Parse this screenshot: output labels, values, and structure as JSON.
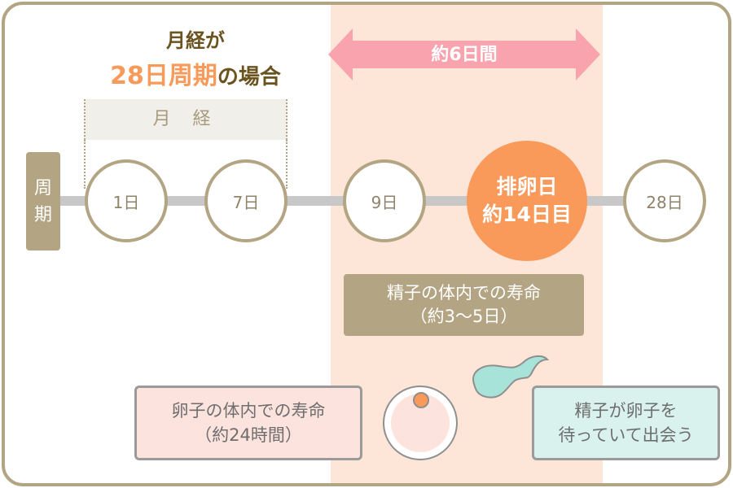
{
  "title": {
    "line1": "月経が",
    "highlight": "28日周期",
    "suffix": "の場合"
  },
  "menstruation_label": "月 経",
  "cycle_label": [
    "周",
    "期"
  ],
  "days": [
    "1日",
    "7日",
    "9日",
    "28日"
  ],
  "ovulation": {
    "line1": "排卵日",
    "line2": "約14日目"
  },
  "window_label": "約6日間",
  "sperm_life": {
    "line1": "精子の体内での寿命",
    "line2": "（約3～5日）"
  },
  "egg_life": {
    "line1": "卵子の体内での寿命",
    "line2": "（約24時間）"
  },
  "meeting": {
    "line1": "精子が卵子を",
    "line2": "待っていて出会う"
  },
  "colors": {
    "frame": "#b3a583",
    "band": "#fde6d8",
    "arrow": "#f9a3ae",
    "accent": "#f99a5a"
  }
}
